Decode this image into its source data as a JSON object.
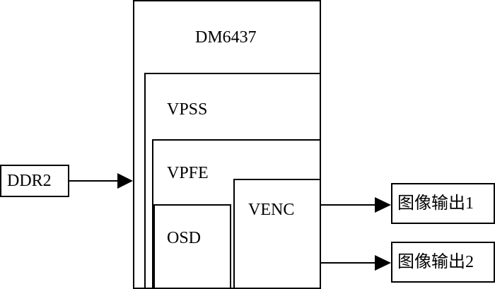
{
  "diagram": {
    "dm6437": {
      "label": "DM6437"
    },
    "vpss": {
      "label": "VPSS"
    },
    "vpfe": {
      "label": "VPFE"
    },
    "venc": {
      "label": "VENC"
    },
    "osd": {
      "label": "OSD"
    },
    "ddr2": {
      "label": "DDR2"
    },
    "outputs": [
      {
        "label": "图像输出1"
      },
      {
        "label": "图像输出2"
      }
    ]
  }
}
